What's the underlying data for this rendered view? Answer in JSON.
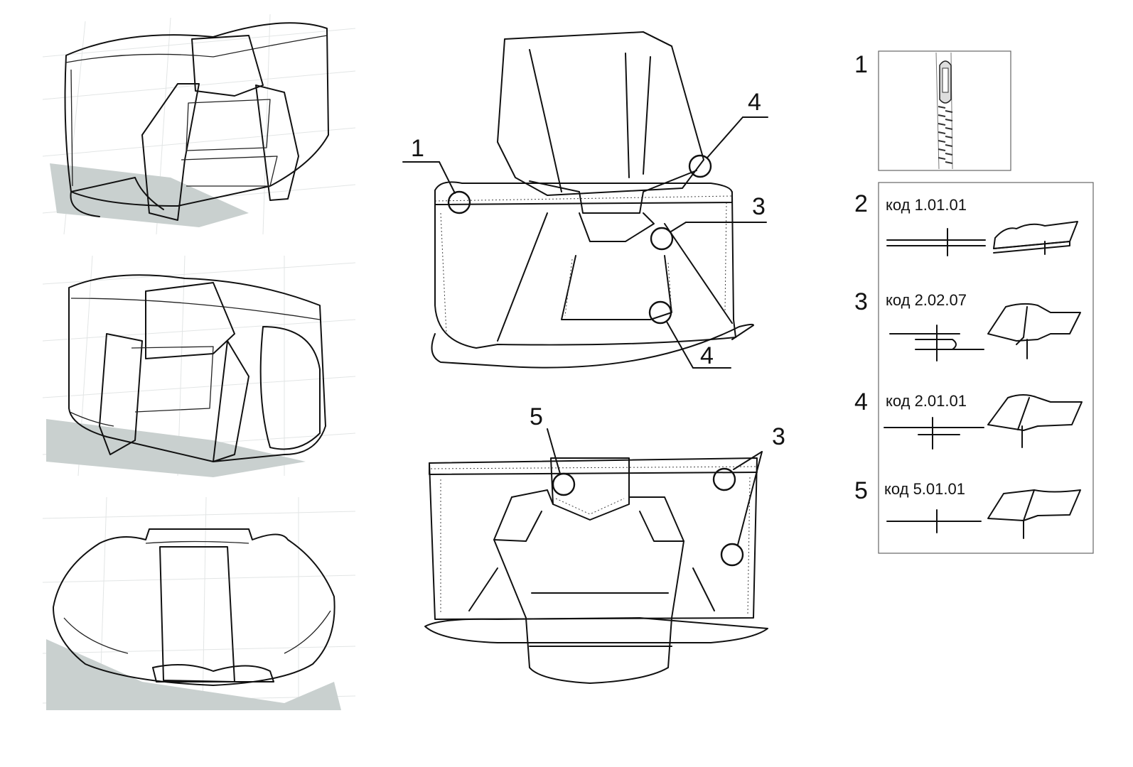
{
  "callouts": {
    "front": [
      "1",
      "4",
      "3",
      "4"
    ],
    "back": [
      "5",
      "3"
    ]
  },
  "legend": {
    "items": [
      {
        "num": "1",
        "code": ""
      },
      {
        "num": "2",
        "code": "код 1.01.01"
      },
      {
        "num": "3",
        "code": "код 2.02.07"
      },
      {
        "num": "4",
        "code": "код 2.01.01"
      },
      {
        "num": "5",
        "code": "код 5.01.01"
      }
    ]
  },
  "colors": {
    "ink": "#111111",
    "shadow": "#c9d0cf",
    "render_fill": "#f4f6f6",
    "grid": "#e3e6e6"
  },
  "icons": [
    "zipper-icon",
    "seam-symbol-icon",
    "seam-fabric-icon"
  ]
}
